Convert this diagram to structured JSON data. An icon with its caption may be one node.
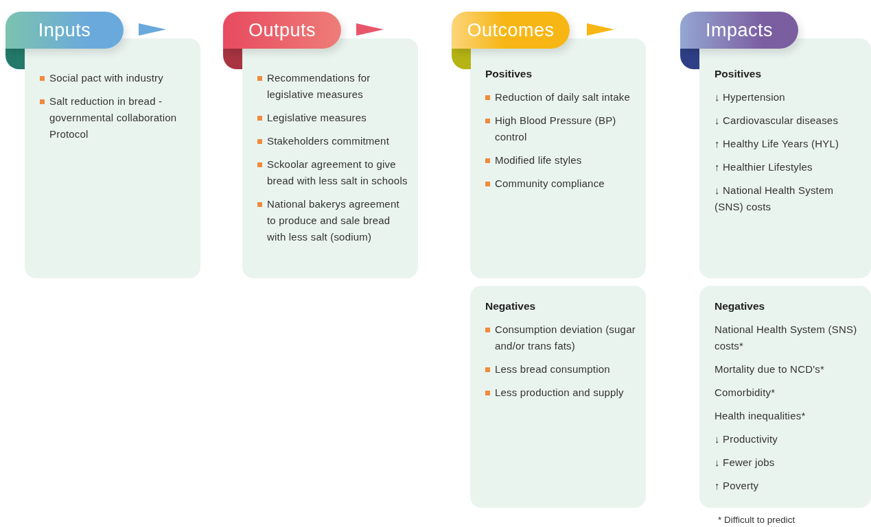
{
  "diagram": {
    "nodes": [
      {
        "text": [
          "Inputs"
        ]
      },
      {
        "text": [
          "Social pact with industry",
          "Salt reduction in bread - governmental collaboration Protocol"
        ]
      },
      {
        "text": [
          "Outputs"
        ]
      },
      {
        "text": [
          "Recommendations for legislative measures",
          "Legislative measures",
          "Stakeholders commitment",
          "Sckoolar agreement to give bread with less salt in schools",
          "National bakerys agreement to produce and sale bread with less salt (sodium)"
        ]
      },
      {
        "text": [
          "Outcomes"
        ]
      },
      {
        "text": [
          "Positives",
          "Reduction of daily salt intake",
          "High Blood Pressure (BP) control",
          "Modified life styles",
          "Community compliance"
        ]
      },
      {
        "text": [
          "Negatives",
          "Consumption deviation (sugar and/or trans fats)",
          "Less bread consumption",
          "Less production and supply"
        ]
      },
      {
        "text": [
          "Impacts"
        ]
      },
      {
        "text": [
          "Positives",
          "↓ Hypertension",
          "↓ Cardiovascular diseases",
          "↑ Healthy Life Years (HYL)",
          "↑ Healthier Lifestyles",
          "↓ National Health System (SNS) costs"
        ]
      },
      {
        "text": [
          "Negatives",
          "National Health System (SNS) costs*",
          "Mortality due to NCD's*",
          "Comorbidity*",
          "Health inequalities*",
          "↓ Productivity",
          "↓ Fewer jobs",
          "↑ Poverty"
        ]
      },
      {
        "text": [],
        "shape": "triangle"
      },
      {
        "text": [],
        "shape": "triangle"
      },
      {
        "text": [],
        "shape": "triangle"
      }
    ],
    "labels": [
      "* Difficult to predict"
    ]
  }
}
